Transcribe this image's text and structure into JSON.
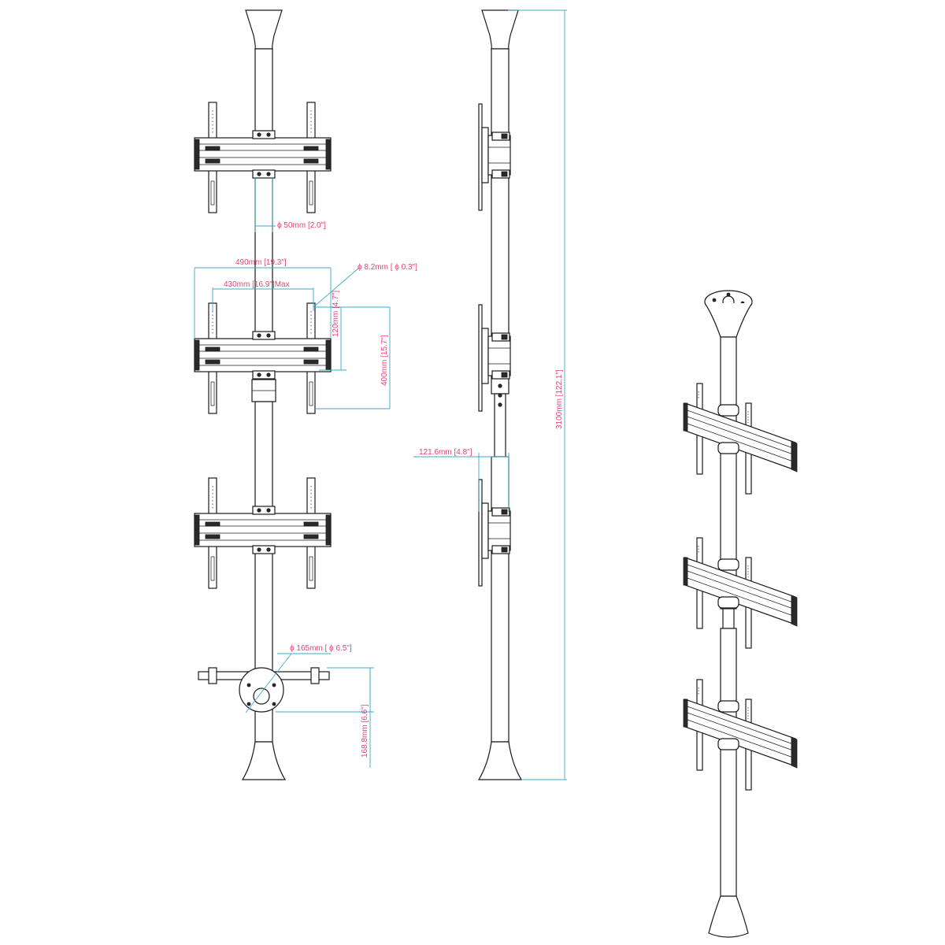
{
  "colors": {
    "line": "#1a1a1a",
    "dimension_line": "#3fa9c9",
    "dimension_text": "#e0457b",
    "background": "#ffffff"
  },
  "dimensions": {
    "pole_diameter": "ϕ 50mm [2.0\"]",
    "overall_width": "490mm [19.3\"]",
    "hole_spacing_max": "430mm [16.9\"]Max",
    "hole_diameter": "ϕ 8.2mm [ ϕ 0.3\"]",
    "hole_pitch": "120mm [4.7\"]",
    "vertical_range": "400mm [15.7\"]",
    "overall_height": "3100mm [122.1\"]",
    "depth": "121.6mm [4.8\"]",
    "base_diameter": "ϕ 165mm [ ϕ 6.5\"]",
    "base_depth": "168.8mm [6.6\"]"
  }
}
